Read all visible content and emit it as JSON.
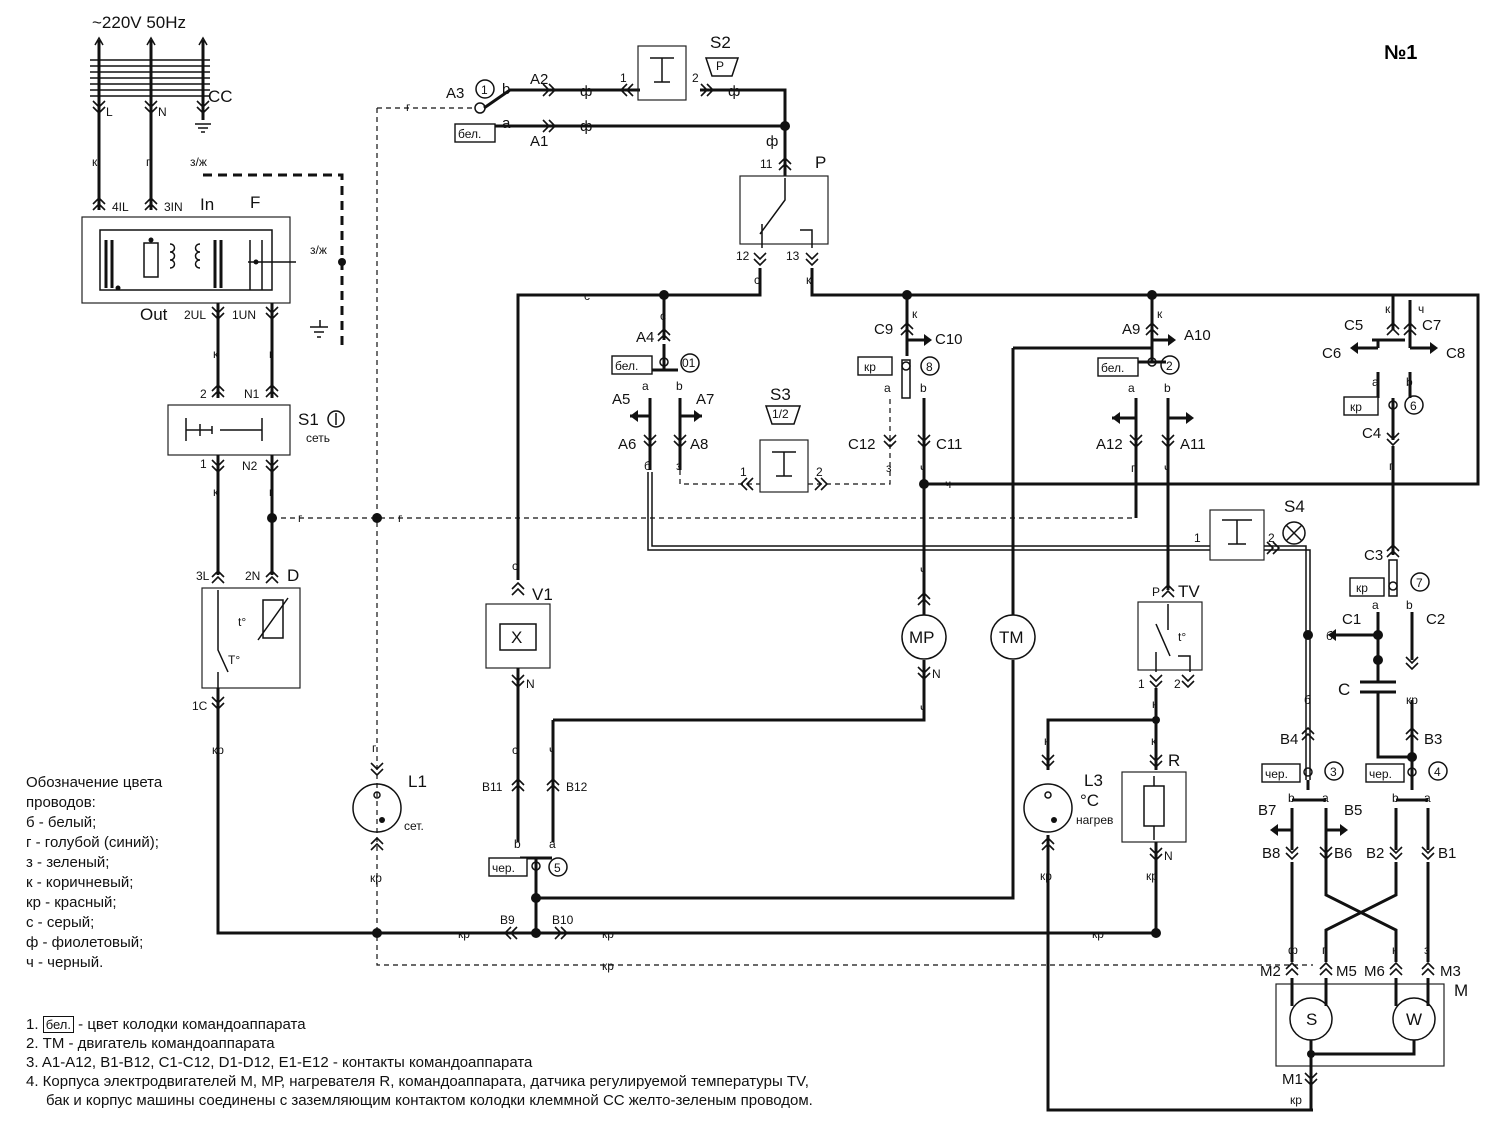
{
  "sheet_number": "№1",
  "supply": "~220V 50Hz",
  "labels": {
    "L": "L",
    "N": "N",
    "CC": "CC",
    "k": "к",
    "g": "г",
    "zzh": "з/ж",
    "t4IL": "4IL",
    "t3IN": "3IN",
    "In": "In",
    "F": "F",
    "Out": "Out",
    "t2UL": "2UL",
    "t1UN": "1UN",
    "t2": "2",
    "N1": "N1",
    "S1": "S1",
    "set": "сеть",
    "t1": "1",
    "N2": "N2",
    "t3L": "3L",
    "t2N": "2N",
    "D": "D",
    "tdeg": "t°",
    "Tdeg": "T°",
    "t1C": "1C",
    "kr": "кр",
    "L1": "L1",
    "sl": "сет.",
    "A3": "A3",
    "c1": "1",
    "b": "b",
    "a": "a",
    "A2": "A2",
    "A1": "A1",
    "f": "ф",
    "bel": "бел.",
    "S2": "S2",
    "P": "P",
    "t11": "11",
    "t12": "12",
    "t13": "13",
    "s": "с",
    "A4": "A4",
    "c01": "01",
    "A5": "A5",
    "A6": "A6",
    "A7": "A7",
    "A8": "A8",
    "bsm": "б",
    "zsm": "з",
    "S3": "S3",
    "half": "1/2",
    "C9": "C9",
    "C10": "C10",
    "c8": "8",
    "C12": "C12",
    "C11": "C11",
    "ch": "ч",
    "A9": "A9",
    "A10": "A10",
    "c2": "2",
    "A12": "A12",
    "A11": "A11",
    "C5": "C5",
    "C6": "C6",
    "C7": "C7",
    "C8": "C8",
    "c6": "6",
    "C4": "C4",
    "S4": "S4",
    "C3": "C3",
    "c7": "7",
    "C1": "C1",
    "C2": "C2",
    "C": "C",
    "V1": "V1",
    "X": "X",
    "MP": "MP",
    "TM": "TM",
    "TV": "TV",
    "R": "R",
    "L3": "L3",
    "degC": "°C",
    "heat": "нагрев",
    "B11": "B11",
    "B12": "B12",
    "cher": "чер.",
    "c5": "5",
    "B9": "B9",
    "B10": "B10",
    "B4": "B4",
    "c3": "3",
    "B3": "B3",
    "c4": "4",
    "B7": "B7",
    "B5": "B5",
    "B8": "B8",
    "B6": "B6",
    "B2": "B2",
    "B1": "B1",
    "M2": "M2",
    "M5": "M5",
    "M6": "M6",
    "M3": "M3",
    "M": "M",
    "Sm": "S",
    "Wm": "W",
    "M1": "M1",
    "zz": "з"
  },
  "legend": {
    "title_1": "Обозначение цвета",
    "title_2": "проводов:",
    "items": [
      "б - белый;",
      "г - голубой (синий);",
      "з - зеленый;",
      "к - коричневый;",
      "кр - красный;",
      "с - серый;",
      "ф - фиолетовый;",
      "ч - черный."
    ]
  },
  "notes": {
    "n1_num": "1.",
    "n1_tag": "бел.",
    "n1_text": " - цвет колодки командоаппарата",
    "n2": "2. ТМ - двигатель командоаппарата",
    "n3": "3. A1-A12, B1-B12, C1-C12, D1-D12, E1-E12 - контакты командоаппарата",
    "n4a": "4. Корпуса электродвигателей М, МР, нагревателя R, командоаппарата, датчика регулируемой температуры TV,",
    "n4b": "бак и корпус машины соединены с заземляющим контактом колодки клеммной СС желто-зеленым проводом."
  }
}
